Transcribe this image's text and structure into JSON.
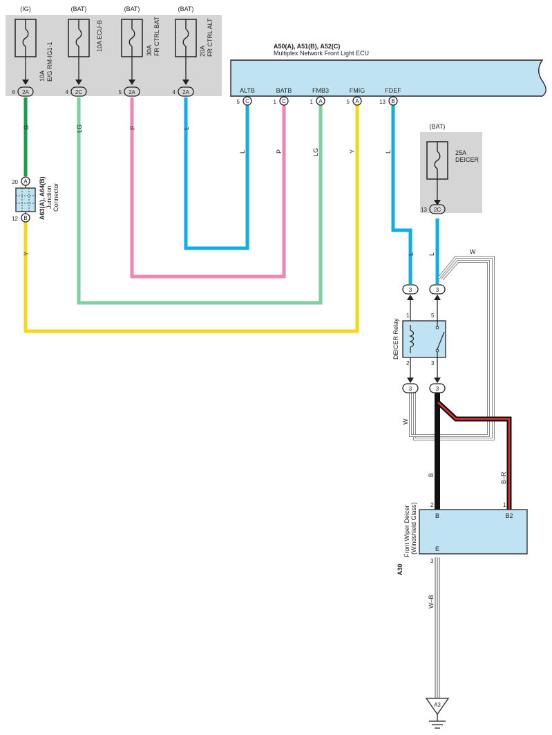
{
  "fuses": [
    {
      "source": "(IG)",
      "rating": "10A",
      "name": "E/G RM-IG1-1",
      "pin": "6",
      "conn": "2A",
      "wire": "G"
    },
    {
      "source": "(BAT)",
      "rating": "",
      "name": "10A ECU-B",
      "pin": "4",
      "conn": "2C",
      "wire": "LG"
    },
    {
      "source": "(BAT)",
      "rating": "30A",
      "name": "FR CTRL BAT",
      "pin": "5",
      "conn": "2A",
      "wire": "P"
    },
    {
      "source": "(BAT)",
      "rating": "20A",
      "name": "FR CTRL ALT",
      "pin": "4",
      "conn": "2A",
      "wire": "L"
    }
  ],
  "ecu": {
    "code": "A50(A), A51(B), A52(C)",
    "name": "Multiplex Network Front Light ECU",
    "terminals": [
      {
        "name": "ALTB",
        "pin": "5",
        "conn": "C",
        "wire": "L"
      },
      {
        "name": "BATB",
        "pin": "1",
        "conn": "C",
        "wire": "P"
      },
      {
        "name": "FMB3",
        "pin": "1",
        "conn": "A",
        "wire": "LG"
      },
      {
        "name": "FMIG",
        "pin": "5",
        "conn": "A",
        "wire": "Y"
      },
      {
        "name": "FDEF",
        "pin": "13",
        "conn": "B",
        "wire": "L"
      }
    ]
  },
  "junction": {
    "code": "A63(A), A64(B)",
    "name1": "Junction",
    "name2": "Connector",
    "pin_top": "20",
    "conn_top": "A",
    "pin_bottom": "12",
    "conn_bottom": "B",
    "wire_out": "Y"
  },
  "deicer_fuse": {
    "source": "(BAT)",
    "rating": "25A",
    "name": "DEICER",
    "pin": "13",
    "conn": "2C"
  },
  "relay": {
    "name": "DEICER Relay",
    "pin1": "1",
    "pin2": "2",
    "pin3": "3",
    "pin5": "5",
    "conn": "3",
    "wire_left": "L",
    "wire_right": "L",
    "wire_w": "W",
    "wire_w2": "W"
  },
  "deicer": {
    "code": "A30",
    "name1": "Front Wiper Deicer",
    "name2": "(Windshield Glass)",
    "term_b": "B",
    "term_b2": "B2",
    "term_e": "E",
    "pin_b": "2",
    "pin_b2": "1",
    "pin_e": "3",
    "wire_b": "B",
    "wire_br": "B–R",
    "wire_wb": "W–B"
  },
  "ground": {
    "code": "A3"
  },
  "colors": {
    "G": "#15a14a",
    "LG": "#7fcfa0",
    "P": "#ef86b6",
    "L": "#11aee6",
    "Y": "#f7d817",
    "panel": "#d5d5d5",
    "ecu_fill": "#bfe3f3",
    "box_fill": "#bfe3f3"
  }
}
